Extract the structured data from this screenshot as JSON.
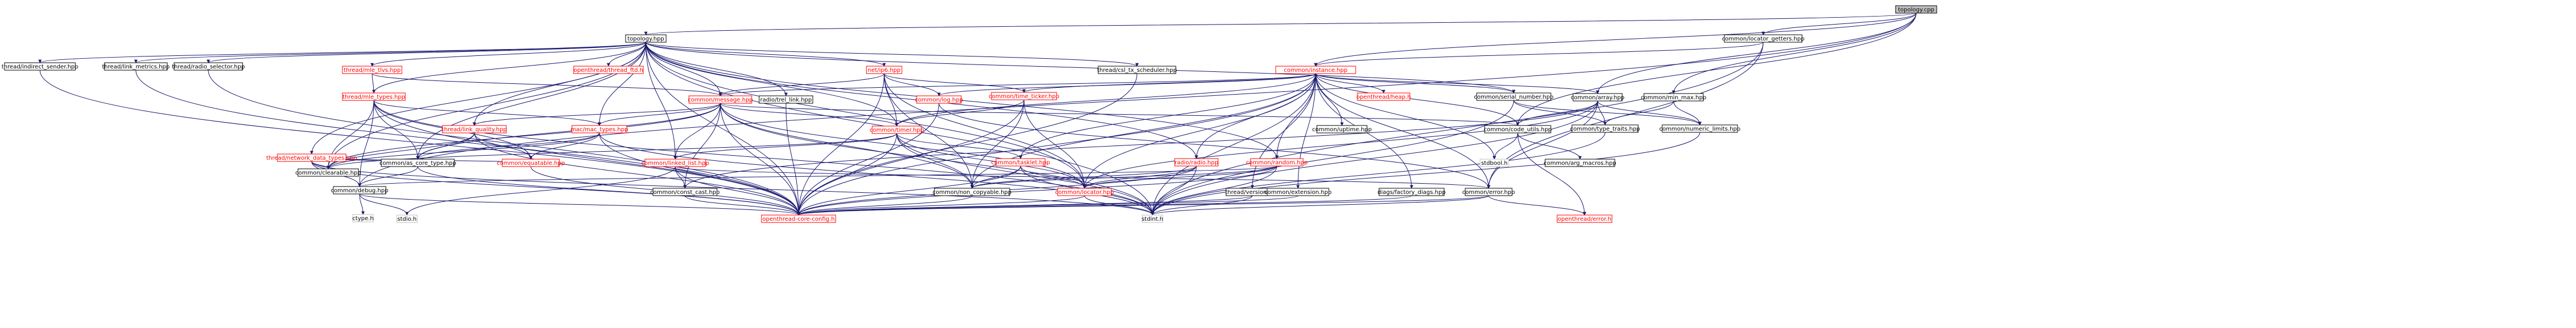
{
  "colors": {
    "edge": "#191970",
    "node_border": "#000000",
    "undocumented_border": "#ff0000",
    "system_header_border": "#bfbfbf",
    "root_fill": "#bfbfbf"
  },
  "nodes": [
    {
      "id": "root",
      "label": "topology.cpp",
      "style": "root"
    },
    {
      "id": "topology_hpp",
      "label": "topology.hpp",
      "style": "normal"
    },
    {
      "id": "instance",
      "label": "common/instance.hpp",
      "style": "red"
    },
    {
      "id": "locator_getters",
      "label": "common/locator_getters.hpp",
      "style": "normal"
    },
    {
      "id": "indirect_sender",
      "label": "thread/indirect_sender.hpp",
      "style": "normal"
    },
    {
      "id": "link_metrics",
      "label": "thread/link_metrics.hpp",
      "style": "normal"
    },
    {
      "id": "radio_selector",
      "label": "thread/radio_selector.hpp",
      "style": "normal"
    },
    {
      "id": "mle_tlvs",
      "label": "thread/mle_tlvs.hpp",
      "style": "red"
    },
    {
      "id": "ot_thread_ftd",
      "label": "openthread/thread_ftd.h",
      "style": "red"
    },
    {
      "id": "netip6",
      "label": "net/ip6.hpp",
      "style": "red"
    },
    {
      "id": "csl_tx_scheduler",
      "label": "thread/csl_tx_scheduler.hpp",
      "style": "normal"
    },
    {
      "id": "serial_number",
      "label": "common/serial_number.hpp",
      "style": "normal"
    },
    {
      "id": "array",
      "label": "common/array.hpp",
      "style": "normal"
    },
    {
      "id": "min_max",
      "label": "common/min_max.hpp",
      "style": "normal"
    },
    {
      "id": "mle_types",
      "label": "thread/mle_types.hpp",
      "style": "red"
    },
    {
      "id": "message",
      "label": "common/message.hpp",
      "style": "red"
    },
    {
      "id": "trel_link",
      "label": "radio/trel_link.hpp",
      "style": "normal"
    },
    {
      "id": "log",
      "label": "common/log.hpp",
      "style": "red"
    },
    {
      "id": "time_ticker",
      "label": "common/time_ticker.hpp",
      "style": "red"
    },
    {
      "id": "ot_heap",
      "label": "openthread/heap.h",
      "style": "red"
    },
    {
      "id": "type_traits",
      "label": "common/type_traits.hpp",
      "style": "normal"
    },
    {
      "id": "numeric_limits",
      "label": "common/numeric_limits.hpp",
      "style": "normal"
    },
    {
      "id": "link_quality",
      "label": "thread/link_quality.hpp",
      "style": "red"
    },
    {
      "id": "mac_types",
      "label": "mac/mac_types.hpp",
      "style": "red"
    },
    {
      "id": "timer",
      "label": "common/timer.hpp",
      "style": "red"
    },
    {
      "id": "uptime",
      "label": "common/uptime.hpp",
      "style": "normal"
    },
    {
      "id": "code_utils",
      "label": "common/code_utils.hpp",
      "style": "normal"
    },
    {
      "id": "network_data_types",
      "label": "thread/network_data_types.hpp",
      "style": "red"
    },
    {
      "id": "clearable",
      "label": "common/clearable.hpp",
      "style": "normal"
    },
    {
      "id": "as_core_type",
      "label": "common/as_core_type.hpp",
      "style": "normal"
    },
    {
      "id": "equatable",
      "label": "common/equatable.hpp",
      "style": "red"
    },
    {
      "id": "linked_list",
      "label": "common/linked_list.hpp",
      "style": "red"
    },
    {
      "id": "tasklet",
      "label": "common/tasklet.hpp",
      "style": "red"
    },
    {
      "id": "radio",
      "label": "radio/radio.hpp",
      "style": "red"
    },
    {
      "id": "random",
      "label": "common/random.hpp",
      "style": "red"
    },
    {
      "id": "stdbool",
      "label": "stdbool.h",
      "style": "gray"
    },
    {
      "id": "arg_macros",
      "label": "common/arg_macros.hpp",
      "style": "normal"
    },
    {
      "id": "debug",
      "label": "common/debug.hpp",
      "style": "normal"
    },
    {
      "id": "const_cast",
      "label": "common/const_cast.hpp",
      "style": "normal"
    },
    {
      "id": "non_copyable",
      "label": "common/non_copyable.hpp",
      "style": "normal"
    },
    {
      "id": "locator",
      "label": "common/locator.hpp",
      "style": "red"
    },
    {
      "id": "version",
      "label": "thread/version.hpp",
      "style": "normal"
    },
    {
      "id": "extension",
      "label": "common/extension.hpp",
      "style": "normal"
    },
    {
      "id": "factory_diags",
      "label": "diags/factory_diags.hpp",
      "style": "normal"
    },
    {
      "id": "error",
      "label": "common/error.hpp",
      "style": "normal"
    },
    {
      "id": "ctype",
      "label": "ctype.h",
      "style": "gray"
    },
    {
      "id": "stdio",
      "label": "stdio.h",
      "style": "gray"
    },
    {
      "id": "core_config",
      "label": "openthread-core-config.h",
      "style": "red"
    },
    {
      "id": "stdint",
      "label": "stdint.h",
      "style": "gray"
    },
    {
      "id": "ot_error",
      "label": "openthread/error.h",
      "style": "red"
    }
  ],
  "edges": [
    [
      "root",
      "topology_hpp"
    ],
    [
      "root",
      "instance"
    ],
    [
      "root",
      "locator_getters"
    ],
    [
      "root",
      "array"
    ],
    [
      "root",
      "min_max"
    ],
    [
      "root",
      "code_utils"
    ],
    [
      "root",
      "debug"
    ],
    [
      "locator_getters",
      "instance"
    ],
    [
      "locator_getters",
      "error"
    ],
    [
      "locator_getters",
      "stdint"
    ],
    [
      "topology_hpp",
      "indirect_sender"
    ],
    [
      "topology_hpp",
      "link_metrics"
    ],
    [
      "topology_hpp",
      "radio_selector"
    ],
    [
      "topology_hpp",
      "mle_tlvs"
    ],
    [
      "topology_hpp",
      "ot_thread_ftd"
    ],
    [
      "topology_hpp",
      "netip6"
    ],
    [
      "topology_hpp",
      "csl_tx_scheduler"
    ],
    [
      "topology_hpp",
      "serial_number"
    ],
    [
      "topology_hpp",
      "mle_types"
    ],
    [
      "topology_hpp",
      "message"
    ],
    [
      "topology_hpp",
      "trel_link"
    ],
    [
      "topology_hpp",
      "link_quality"
    ],
    [
      "topology_hpp",
      "mac_types"
    ],
    [
      "topology_hpp",
      "timer"
    ],
    [
      "topology_hpp",
      "network_data_types"
    ],
    [
      "topology_hpp",
      "clearable"
    ],
    [
      "topology_hpp",
      "as_core_type"
    ],
    [
      "topology_hpp",
      "linked_list"
    ],
    [
      "topology_hpp",
      "radio"
    ],
    [
      "topology_hpp",
      "random"
    ],
    [
      "topology_hpp",
      "locator"
    ],
    [
      "topology_hpp",
      "core_config"
    ],
    [
      "topology_hpp",
      "stdint"
    ],
    [
      "indirect_sender",
      "core_config"
    ],
    [
      "link_metrics",
      "core_config"
    ],
    [
      "radio_selector",
      "core_config"
    ],
    [
      "mle_tlvs",
      "mle_types"
    ],
    [
      "mle_tlvs",
      "message"
    ],
    [
      "netip6",
      "log"
    ],
    [
      "netip6",
      "message"
    ],
    [
      "netip6",
      "time_ticker"
    ],
    [
      "netip6",
      "timer"
    ],
    [
      "netip6",
      "non_copyable"
    ],
    [
      "netip6",
      "locator"
    ],
    [
      "netip6",
      "core_config"
    ],
    [
      "csl_tx_scheduler",
      "core_config"
    ],
    [
      "instance",
      "serial_number"
    ],
    [
      "instance",
      "array"
    ],
    [
      "instance",
      "log"
    ],
    [
      "instance",
      "time_ticker"
    ],
    [
      "instance",
      "ot_heap"
    ],
    [
      "instance",
      "message"
    ],
    [
      "instance",
      "uptime"
    ],
    [
      "instance",
      "code_utils"
    ],
    [
      "instance",
      "timer"
    ],
    [
      "instance",
      "tasklet"
    ],
    [
      "instance",
      "radio"
    ],
    [
      "instance",
      "random"
    ],
    [
      "instance",
      "non_copyable"
    ],
    [
      "instance",
      "locator"
    ],
    [
      "instance",
      "version"
    ],
    [
      "instance",
      "extension"
    ],
    [
      "instance",
      "factory_diags"
    ],
    [
      "instance",
      "error"
    ],
    [
      "instance",
      "stdbool"
    ],
    [
      "instance",
      "core_config"
    ],
    [
      "instance",
      "stdint"
    ],
    [
      "serial_number",
      "type_traits"
    ],
    [
      "serial_number",
      "numeric_limits"
    ],
    [
      "serial_number",
      "stdint"
    ],
    [
      "array",
      "code_utils"
    ],
    [
      "array",
      "type_traits"
    ],
    [
      "array",
      "numeric_limits"
    ],
    [
      "array",
      "const_cast"
    ],
    [
      "array",
      "error"
    ],
    [
      "array",
      "locator"
    ],
    [
      "array",
      "stdint"
    ],
    [
      "min_max",
      "type_traits"
    ],
    [
      "min_max",
      "numeric_limits"
    ],
    [
      "mle_types",
      "clearable"
    ],
    [
      "mle_types",
      "as_core_type"
    ],
    [
      "mle_types",
      "equatable"
    ],
    [
      "mle_types",
      "mac_types"
    ],
    [
      "mle_types",
      "stdint"
    ],
    [
      "mle_types",
      "core_config"
    ],
    [
      "mle_types",
      "debug"
    ],
    [
      "message",
      "code_utils"
    ],
    [
      "message",
      "clearable"
    ],
    [
      "message",
      "as_core_type"
    ],
    [
      "message",
      "linked_list"
    ],
    [
      "message",
      "timer"
    ],
    [
      "message",
      "locator"
    ],
    [
      "message",
      "non_copyable"
    ],
    [
      "message",
      "const_cast"
    ],
    [
      "message",
      "link_quality"
    ],
    [
      "message",
      "mac_types"
    ],
    [
      "message",
      "core_config"
    ],
    [
      "message",
      "stdint"
    ],
    [
      "trel_link",
      "core_config"
    ],
    [
      "log",
      "core_config"
    ],
    [
      "log",
      "error"
    ],
    [
      "time_ticker",
      "timer"
    ],
    [
      "time_ticker",
      "locator"
    ],
    [
      "time_ticker",
      "non_copyable"
    ],
    [
      "time_ticker",
      "core_config"
    ],
    [
      "type_traits",
      "stdint"
    ],
    [
      "numeric_limits",
      "stdint"
    ],
    [
      "link_quality",
      "clearable"
    ],
    [
      "link_quality",
      "as_core_type"
    ],
    [
      "link_quality",
      "equatable"
    ],
    [
      "link_quality",
      "core_config"
    ],
    [
      "mac_types",
      "clearable"
    ],
    [
      "mac_types",
      "as_core_type"
    ],
    [
      "mac_types",
      "equatable"
    ],
    [
      "mac_types",
      "core_config"
    ],
    [
      "mac_types",
      "stdint"
    ],
    [
      "timer",
      "linked_list"
    ],
    [
      "timer",
      "tasklet"
    ],
    [
      "timer",
      "locator"
    ],
    [
      "timer",
      "non_copyable"
    ],
    [
      "timer",
      "core_config"
    ],
    [
      "timer",
      "stdint"
    ],
    [
      "timer",
      "clearable"
    ],
    [
      "code_utils",
      "stdbool"
    ],
    [
      "code_utils",
      "arg_macros"
    ],
    [
      "code_utils",
      "ot_error"
    ],
    [
      "network_data_types",
      "clearable"
    ],
    [
      "network_data_types",
      "as_core_type"
    ],
    [
      "network_data_types",
      "equatable"
    ],
    [
      "network_data_types",
      "debug"
    ],
    [
      "network_data_types",
      "core_config"
    ],
    [
      "network_data_types",
      "stdint"
    ],
    [
      "as_core_type",
      "debug"
    ],
    [
      "as_core_type",
      "core_config"
    ],
    [
      "equatable",
      "core_config"
    ],
    [
      "linked_list",
      "const_cast"
    ],
    [
      "linked_list",
      "error"
    ],
    [
      "linked_list",
      "stdio"
    ],
    [
      "linked_list",
      "core_config"
    ],
    [
      "tasklet",
      "locator"
    ],
    [
      "tasklet",
      "non_copyable"
    ],
    [
      "tasklet",
      "core_config"
    ],
    [
      "tasklet",
      "stdint"
    ],
    [
      "radio",
      "locator"
    ],
    [
      "radio",
      "non_copyable"
    ],
    [
      "radio",
      "core_config"
    ],
    [
      "radio",
      "stdint"
    ],
    [
      "random",
      "locator"
    ],
    [
      "random",
      "non_copyable"
    ],
    [
      "random",
      "debug"
    ],
    [
      "random",
      "core_config"
    ],
    [
      "random",
      "stdint"
    ],
    [
      "debug",
      "ctype"
    ],
    [
      "debug",
      "stdio"
    ],
    [
      "debug",
      "core_config"
    ],
    [
      "const_cast",
      "core_config"
    ],
    [
      "non_copyable",
      "core_config"
    ],
    [
      "locator",
      "core_config"
    ],
    [
      "locator",
      "stdint"
    ],
    [
      "version",
      "core_config"
    ],
    [
      "version",
      "stdint"
    ],
    [
      "extension",
      "core_config"
    ],
    [
      "factory_diags",
      "core_config"
    ],
    [
      "error",
      "ot_error"
    ],
    [
      "error",
      "stdint"
    ],
    [
      "error",
      "core_config"
    ]
  ]
}
